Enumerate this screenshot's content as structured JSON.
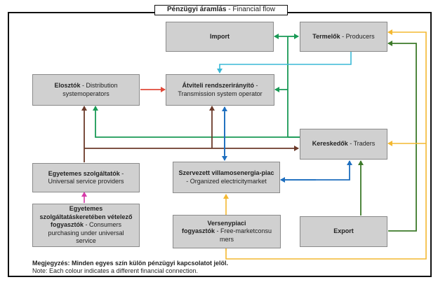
{
  "title": {
    "hu": "Pénzügyi áramlás",
    "sep": " - ",
    "en": "Financial flow"
  },
  "boxes": {
    "import": {
      "bold": "Import",
      "normal": ""
    },
    "producers": {
      "bold": "Termelők",
      "sep": " - ",
      "normal": "Producers"
    },
    "distribution": {
      "bold": "Elosztók",
      "sep": " - ",
      "normal1": "Distribution",
      "normal2": "systemoperators"
    },
    "tso": {
      "bold": "Átviteli rendszerirányító",
      "sep": " -",
      "normal": "Transmission system operator"
    },
    "traders": {
      "bold": "Kereskedők",
      "sep": " - ",
      "normal": "Traders"
    },
    "usp": {
      "bold": "Egyetemes szolgáltatók",
      "sep": " -",
      "normal": "Universal service providers"
    },
    "market": {
      "bold": "Szervezett villamosenergia-piac",
      "sep": "-",
      "normal": " Organized electricitymarket"
    },
    "consumers_usp": {
      "line1": "Egyetemes",
      "line2": "szolgáltatáskeretében vételező",
      "line3": "fogyasztók",
      "sep": " - ",
      "normal1": "Consumers",
      "normal2": "purchasing under universal",
      "normal3": "service"
    },
    "free_market": {
      "bold1": "Versenypiaci",
      "bold2": "fogyasztók",
      "sep": " - ",
      "normal1": "Free-marketconsu",
      "normal2": "mers"
    },
    "export": {
      "bold": "Export",
      "normal": ""
    }
  },
  "note": {
    "hu": "Megjegyzés: Minden egyes szín külön pénzügyi kapcsolatot jelöl.",
    "en": "Note: Each colour indicates a different financial connection."
  },
  "colors": {
    "green": "#1a9a56",
    "dark_green": "#3d7a2a",
    "cyan": "#3ab9d6",
    "red": "#e04a3a",
    "brown": "#6b3a2a",
    "blue": "#1f6fbf",
    "orange": "#f4b830",
    "magenta": "#d63aa8"
  }
}
